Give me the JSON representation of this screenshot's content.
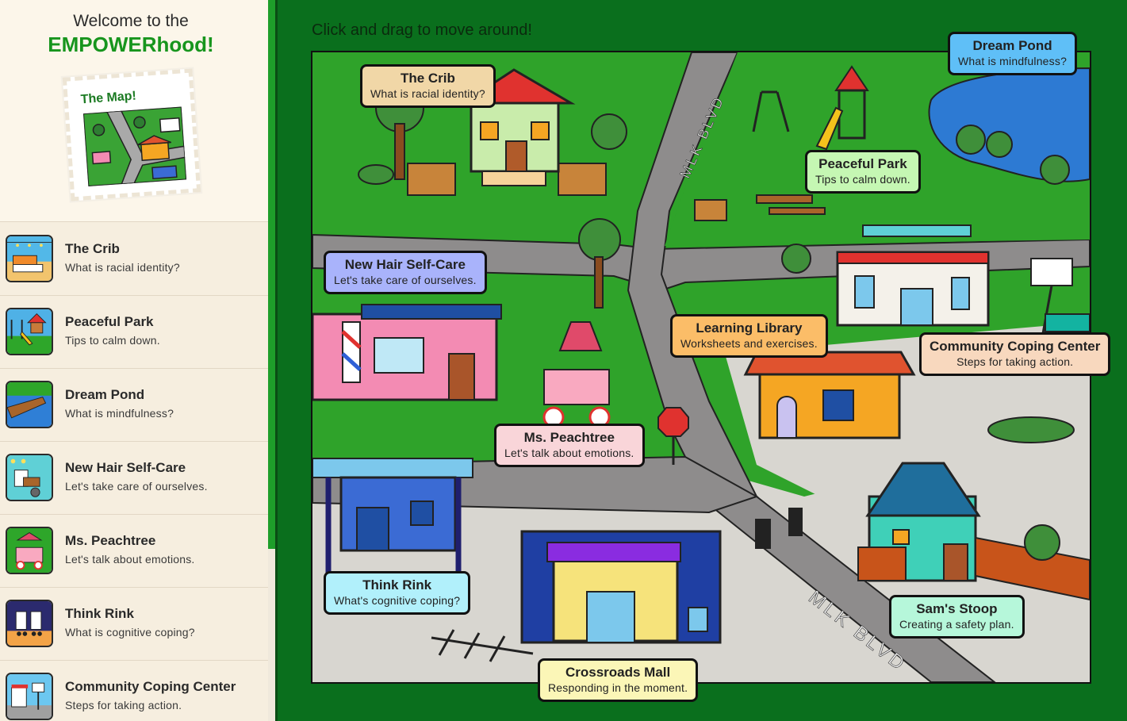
{
  "sidebar": {
    "welcome": "Welcome to the",
    "brand": "EMPOWERhood!",
    "map_card_title": "The Map!",
    "items": [
      {
        "title": "The Crib",
        "subtitle": "What is racial identity?"
      },
      {
        "title": "Peaceful Park",
        "subtitle": "Tips to calm down."
      },
      {
        "title": "Dream Pond",
        "subtitle": "What is mindfulness?"
      },
      {
        "title": "New Hair Self-Care",
        "subtitle": "Let's take care of ourselves."
      },
      {
        "title": "Ms. Peachtree",
        "subtitle": "Let's talk about emotions."
      },
      {
        "title": "Think Rink",
        "subtitle": "What is cognitive coping?"
      },
      {
        "title": "Community Coping Center",
        "subtitle": "Steps for taking action."
      }
    ]
  },
  "main": {
    "instructions": "Click and drag to move around!",
    "street_label": "MLK BLVD",
    "locations": [
      {
        "title": "The Crib",
        "subtitle": "What is racial identity?",
        "color": "#f1d7a7"
      },
      {
        "title": "Dream Pond",
        "subtitle": "What is mindfulness?",
        "color": "#5fbff7"
      },
      {
        "title": "Peaceful Park",
        "subtitle": "Tips to calm down.",
        "color": "#c5f7b3"
      },
      {
        "title": "New Hair Self-Care",
        "subtitle": "Let's take care of ourselves.",
        "color": "#a9b3fb"
      },
      {
        "title": "Learning Library",
        "subtitle": "Worksheets and exercises.",
        "color": "#fbbd68"
      },
      {
        "title": "Community Coping Center",
        "subtitle": "Steps for taking action.",
        "color": "#f8d8be"
      },
      {
        "title": "Ms. Peachtree",
        "subtitle": "Let's talk about emotions.",
        "color": "#f9d5d9"
      },
      {
        "title": "Think Rink",
        "subtitle": "What's cognitive coping?",
        "color": "#b1f0fb"
      },
      {
        "title": "Sam's Stoop",
        "subtitle": "Creating a safety plan.",
        "color": "#b6f7da"
      },
      {
        "title": "Crossroads Mall",
        "subtitle": "Responding in the moment.",
        "color": "#fbf6b7"
      }
    ]
  }
}
